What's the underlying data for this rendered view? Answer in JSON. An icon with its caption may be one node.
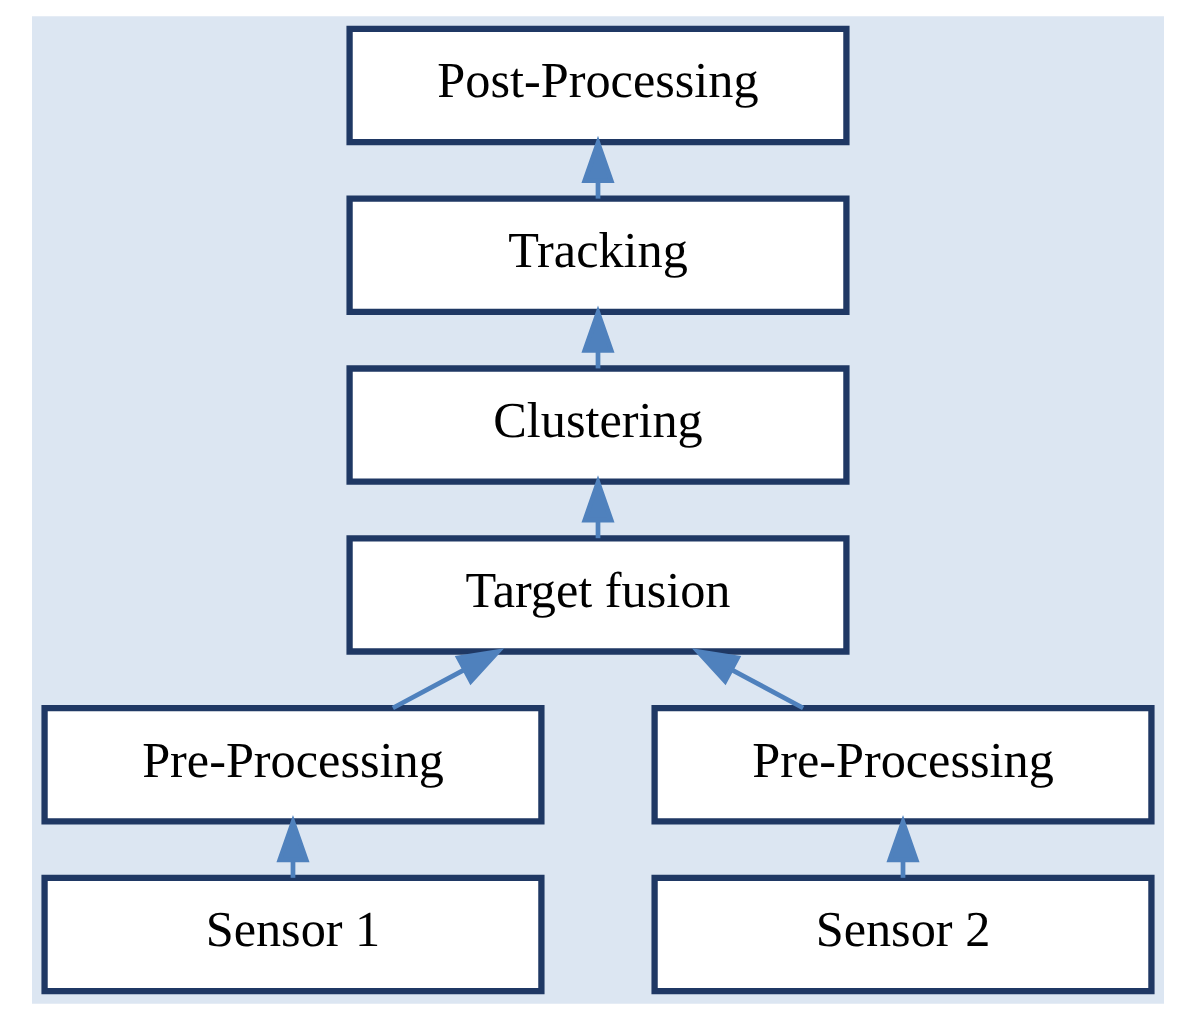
{
  "diagram": {
    "nodes": [
      {
        "text": [
          "Post-Processing"
        ]
      },
      {
        "text": [
          "Tracking"
        ]
      },
      {
        "text": [
          "Clustering"
        ]
      },
      {
        "text": [
          "Target fusion"
        ]
      },
      {
        "text": [
          "Pre-Processing"
        ]
      },
      {
        "text": [
          "Pre-Processing"
        ]
      },
      {
        "text": [
          "Sensor 1"
        ]
      },
      {
        "text": [
          "Sensor 2"
        ]
      }
    ],
    "edges": [
      {
        "from": 6,
        "to": 4,
        "arrow": "to"
      },
      {
        "from": 7,
        "to": 5,
        "arrow": "to"
      },
      {
        "from": 4,
        "to": 3,
        "arrow": "to"
      },
      {
        "from": 5,
        "to": 3,
        "arrow": "to"
      },
      {
        "from": 3,
        "to": 2,
        "arrow": "to"
      },
      {
        "from": 2,
        "to": 1,
        "arrow": "to"
      },
      {
        "from": 1,
        "to": 0,
        "arrow": "to"
      }
    ]
  }
}
